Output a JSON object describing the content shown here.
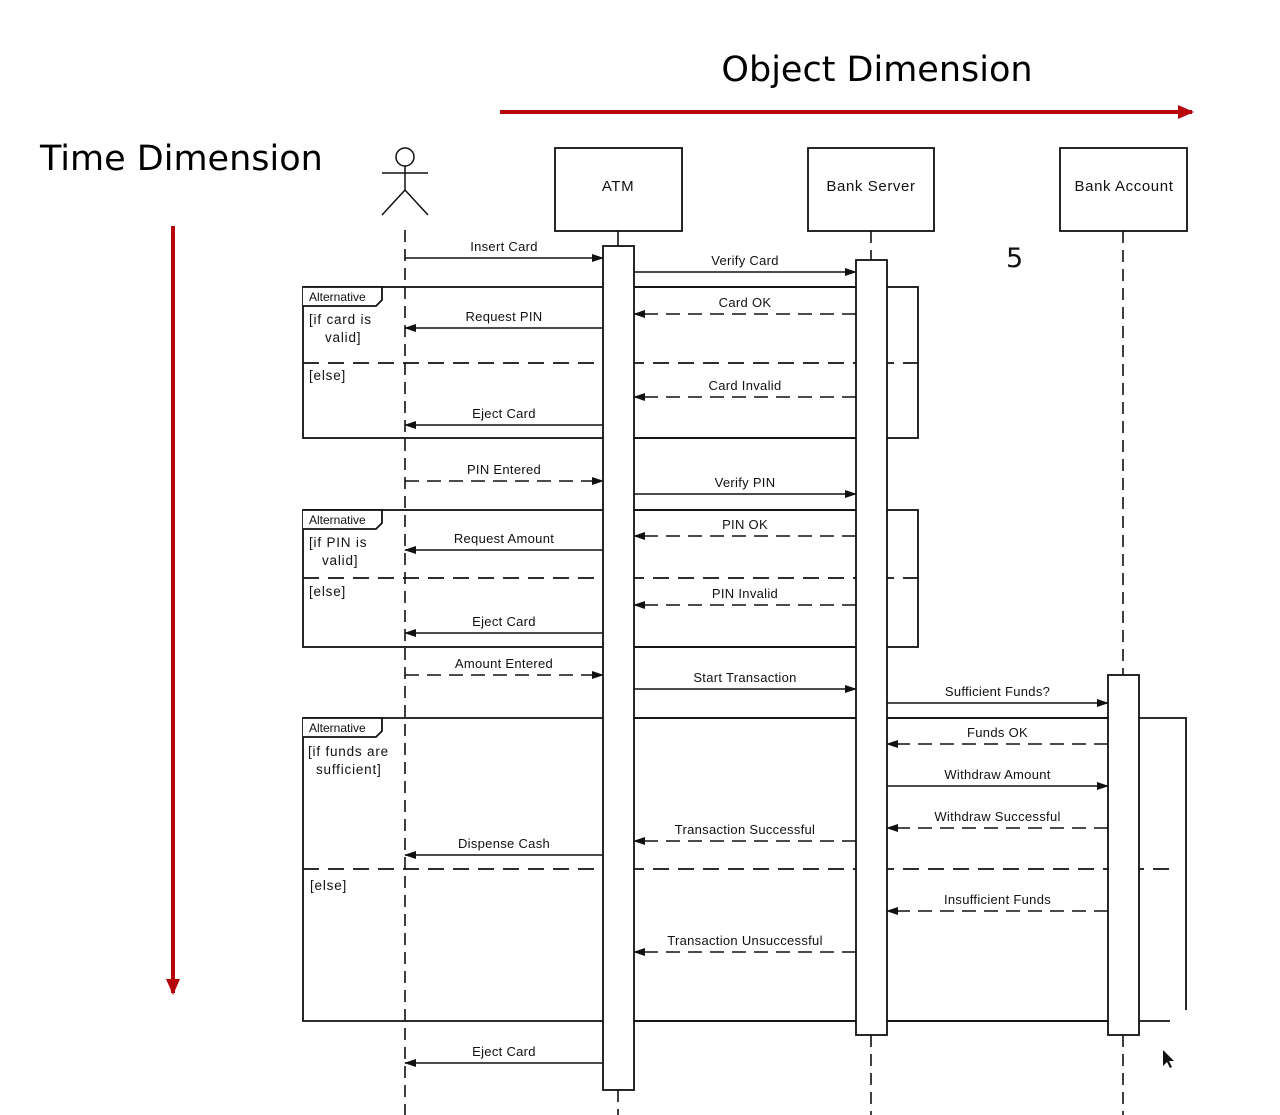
{
  "titles": {
    "object_dimension": "Object Dimension",
    "time_dimension": "Time Dimension",
    "page_number": "5"
  },
  "colors": {
    "accent_arrow": "#b5050b",
    "ink": "#111111"
  },
  "actor": {
    "name": "actor-user",
    "icon": "stick-figure-icon"
  },
  "objects": [
    {
      "id": "atm",
      "label": "ATM"
    },
    {
      "id": "bank_server",
      "label": "Bank Server"
    },
    {
      "id": "bank_account",
      "label": "Bank Account"
    }
  ],
  "frames": [
    {
      "tag": "Alternative",
      "guard_lines": [
        "[if card is",
        "valid]"
      ],
      "else_label": "[else]"
    },
    {
      "tag": "Alternative",
      "guard_lines": [
        "[if PIN is",
        "valid]"
      ],
      "else_label": "[else]"
    },
    {
      "tag": "Alternative",
      "guard_lines": [
        "[if funds are",
        "sufficient]"
      ],
      "else_label": "[else]"
    }
  ],
  "messages": [
    {
      "label": "Insert Card",
      "from": "actor",
      "to": "atm",
      "type": "sync",
      "order": 1
    },
    {
      "label": "Verify Card",
      "from": "atm",
      "to": "bank_server",
      "type": "sync",
      "order": 2
    },
    {
      "label": "Card OK",
      "from": "bank_server",
      "to": "atm",
      "type": "reply",
      "order": 3
    },
    {
      "label": "Request PIN",
      "from": "atm",
      "to": "actor",
      "type": "sync",
      "order": 4
    },
    {
      "label": "Card Invalid",
      "from": "bank_server",
      "to": "atm",
      "type": "reply",
      "order": 5
    },
    {
      "label": "Eject Card",
      "from": "atm",
      "to": "actor",
      "type": "sync",
      "order": 6
    },
    {
      "label": "PIN Entered",
      "from": "actor",
      "to": "atm",
      "type": "reply",
      "order": 7
    },
    {
      "label": "Verify PIN",
      "from": "atm",
      "to": "bank_server",
      "type": "sync",
      "order": 8
    },
    {
      "label": "PIN OK",
      "from": "bank_server",
      "to": "atm",
      "type": "reply",
      "order": 9
    },
    {
      "label": "Request Amount",
      "from": "atm",
      "to": "actor",
      "type": "sync",
      "order": 10
    },
    {
      "label": "PIN Invalid",
      "from": "bank_server",
      "to": "atm",
      "type": "reply",
      "order": 11
    },
    {
      "label": "Eject Card",
      "from": "atm",
      "to": "actor",
      "type": "sync",
      "order": 12
    },
    {
      "label": "Amount Entered",
      "from": "actor",
      "to": "atm",
      "type": "reply",
      "order": 13
    },
    {
      "label": "Start Transaction",
      "from": "atm",
      "to": "bank_server",
      "type": "sync",
      "order": 14
    },
    {
      "label": "Sufficient Funds?",
      "from": "bank_server",
      "to": "bank_account",
      "type": "sync",
      "order": 15
    },
    {
      "label": "Funds OK",
      "from": "bank_account",
      "to": "bank_server",
      "type": "reply",
      "order": 16
    },
    {
      "label": "Withdraw Amount",
      "from": "bank_server",
      "to": "bank_account",
      "type": "sync",
      "order": 17
    },
    {
      "label": "Withdraw Successful",
      "from": "bank_account",
      "to": "bank_server",
      "type": "reply",
      "order": 18
    },
    {
      "label": "Transaction Successful",
      "from": "bank_server",
      "to": "atm",
      "type": "reply",
      "order": 19
    },
    {
      "label": "Dispense Cash",
      "from": "atm",
      "to": "actor",
      "type": "sync",
      "order": 20
    },
    {
      "label": "Insufficient Funds",
      "from": "bank_account",
      "to": "bank_server",
      "type": "reply",
      "order": 21
    },
    {
      "label": "Transaction Unsuccessful",
      "from": "bank_server",
      "to": "atm",
      "type": "reply",
      "order": 22
    },
    {
      "label": "Eject Card",
      "from": "atm",
      "to": "actor",
      "type": "sync",
      "order": 23
    }
  ],
  "cursor": {
    "icon": "mouse-pointer-icon"
  }
}
